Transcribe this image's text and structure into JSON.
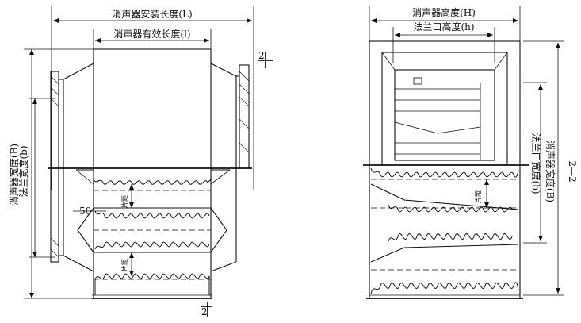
{
  "left_view": {
    "install_length": "消声器安装长度(L)",
    "effective_length": "消声器有效长度(l)",
    "width_B": "消声器宽度(B)",
    "flange_width_b": "法兰宽度(b)",
    "gap_label_top": "片距",
    "gap_label_bottom": "片距",
    "thickness_value": "50",
    "section_mark_top": "2",
    "section_mark_bottom": "2"
  },
  "right_view": {
    "height_H": "消声器高度(H)",
    "flange_height_h": "法兰口高度(h)",
    "flange_width_b": "法兰口宽度(b)",
    "width_B": "消声器宽度(B)",
    "gap_label": "片距",
    "section_label": "2—2"
  }
}
